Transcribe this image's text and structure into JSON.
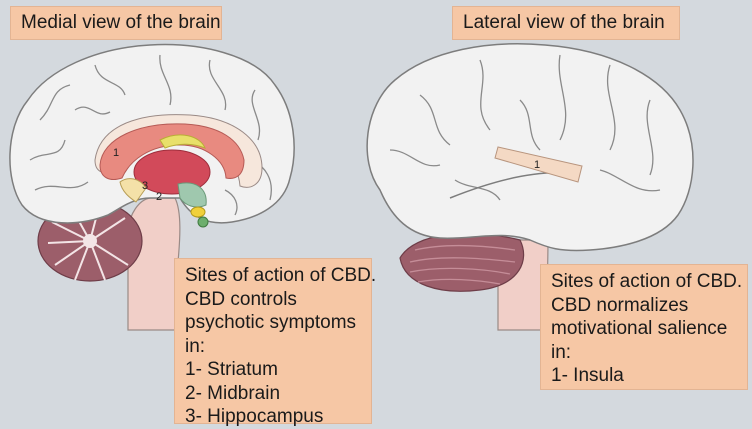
{
  "medial": {
    "title": "Medial view of the brain",
    "info_lines": [
      "Sites of action of CBD.",
      "CBD controls",
      "psychotic symptoms",
      "in:",
      "1- Striatum",
      "2- Midbrain",
      "3- Hippocampus"
    ],
    "markers": {
      "m1": "1",
      "m2": "2",
      "m3": "3"
    }
  },
  "lateral": {
    "title": "Lateral view of the brain",
    "info_lines": [
      "Sites of action of CBD.",
      "CBD normalizes",
      "motivational salience",
      "in:",
      "1- Insula"
    ],
    "markers": {
      "m1": "1"
    }
  },
  "colors": {
    "background": "#d4d9de",
    "label_box": "#f6c7a5",
    "brain": "#f2f2f2",
    "brain_outline": "#7d7d7d",
    "striatum": "#e88a80",
    "thalamus": "#d24a5a",
    "cerebellum": "#9c5e6a",
    "brainstem": "#f1cfc8",
    "insula": "#f4d9c4"
  }
}
